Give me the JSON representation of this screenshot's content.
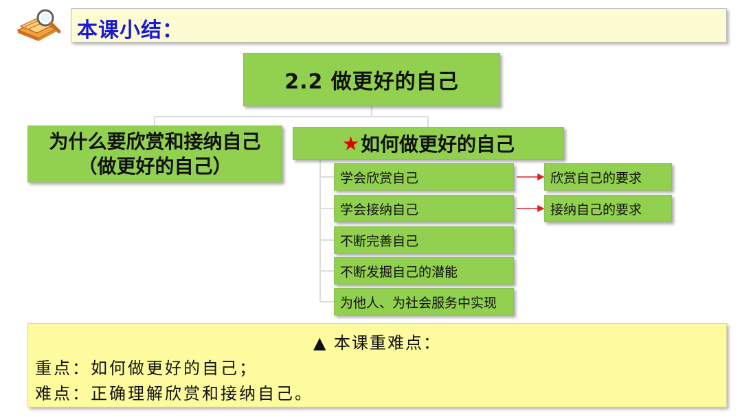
{
  "header": {
    "title": "本课小结："
  },
  "diagram": {
    "root": "2.2 做更好的自己",
    "why": {
      "line1": "为什么要欣赏和接纳自己",
      "line2": "（做更好的自己）"
    },
    "how": {
      "star": "★",
      "label": "如何做更好的自己"
    },
    "steps": [
      {
        "label": "学会欣赏自己",
        "requirement": "欣赏自己的要求"
      },
      {
        "label": "学会接纳自己",
        "requirement": "接纳自己的要求"
      },
      {
        "label": "不断完善自己"
      },
      {
        "label": "不断发掘自己的潜能"
      },
      {
        "label": "为他人、为社会服务中实现"
      }
    ]
  },
  "notes": {
    "heading": "▲ 本课重难点：",
    "key_point": "重点：如何做更好的自己；",
    "difficulty": "难点：正确理解欣赏和接纳自己。"
  },
  "colors": {
    "title_text": "#1a1ad6",
    "title_bar": "#fdfbd2",
    "box_green": "#92d050",
    "notes_bg": "#fdfb9e",
    "arrow": "#e02020",
    "star": "#e00000"
  }
}
